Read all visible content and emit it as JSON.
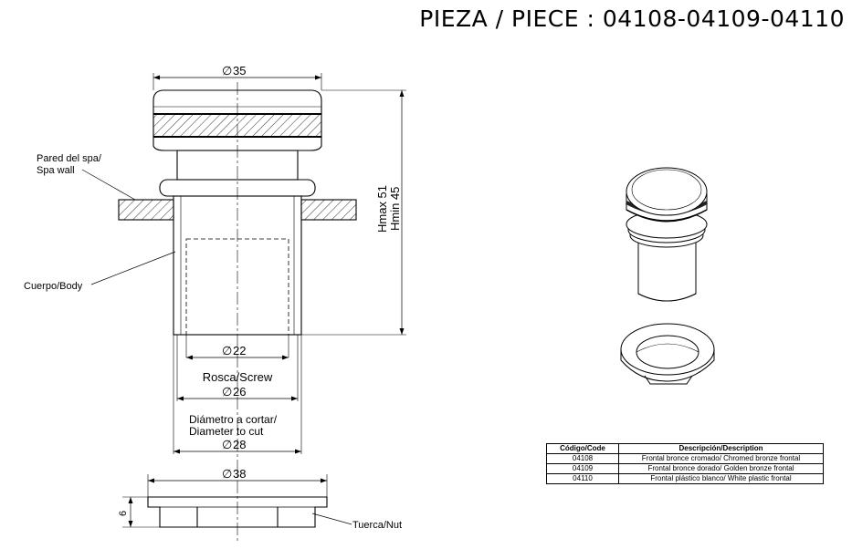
{
  "title": "PIEZA / PIECE : 04108-04109-04110",
  "dimensions": {
    "d35": "35",
    "d22": "22",
    "d26": "26",
    "d28": "28",
    "d38": "38",
    "hmax": "Hmax 51",
    "hmin": "Hmin 45",
    "h6": "6"
  },
  "labels": {
    "wall_1": "Pared del spa/",
    "wall_2": "Spa wall",
    "body": "Cuerpo/Body",
    "screw": "Rosca/Screw",
    "cut_1": "Diámetro a cortar/",
    "cut_2": "Diameter to cut",
    "nut": "Tuerca/Nut"
  },
  "table": {
    "headers": [
      "Código/Code",
      "Descripción/Description"
    ],
    "rows": [
      [
        "04108",
        "Frontal bronce cromado/ Chromed bronze frontal"
      ],
      [
        "04109",
        "Frontal bronce dorado/ Golden bronze frontal"
      ],
      [
        "04110",
        "Frontal plástico blanco/ White plastic frontal"
      ]
    ]
  }
}
